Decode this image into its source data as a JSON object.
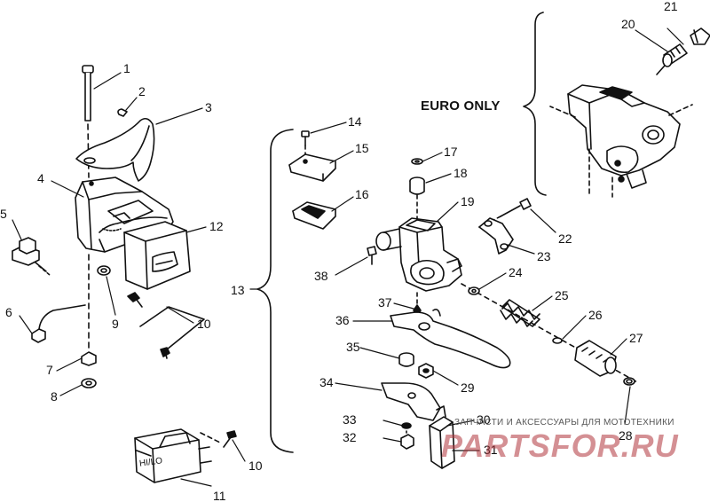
{
  "diagram": {
    "section_label": "EURO ONLY",
    "switch_face_text": "HI/LO",
    "callouts": [
      {
        "id": "c1",
        "text": "1"
      },
      {
        "id": "c2",
        "text": "2"
      },
      {
        "id": "c3",
        "text": "3"
      },
      {
        "id": "c4",
        "text": "4"
      },
      {
        "id": "c5",
        "text": "5"
      },
      {
        "id": "c6",
        "text": "6"
      },
      {
        "id": "c7",
        "text": "7"
      },
      {
        "id": "c8",
        "text": "8"
      },
      {
        "id": "c9",
        "text": "9"
      },
      {
        "id": "c10a",
        "text": "10"
      },
      {
        "id": "c10b",
        "text": "10"
      },
      {
        "id": "c11",
        "text": "11"
      },
      {
        "id": "c12",
        "text": "12"
      },
      {
        "id": "c13",
        "text": "13"
      },
      {
        "id": "c14",
        "text": "14"
      },
      {
        "id": "c15",
        "text": "15"
      },
      {
        "id": "c16",
        "text": "16"
      },
      {
        "id": "c17",
        "text": "17"
      },
      {
        "id": "c18",
        "text": "18"
      },
      {
        "id": "c19",
        "text": "19"
      },
      {
        "id": "c20",
        "text": "20"
      },
      {
        "id": "c21",
        "text": "21"
      },
      {
        "id": "c22",
        "text": "22"
      },
      {
        "id": "c23",
        "text": "23"
      },
      {
        "id": "c24",
        "text": "24"
      },
      {
        "id": "c25",
        "text": "25"
      },
      {
        "id": "c26",
        "text": "26"
      },
      {
        "id": "c27",
        "text": "27"
      },
      {
        "id": "c28",
        "text": "28"
      },
      {
        "id": "c29",
        "text": "29"
      },
      {
        "id": "c30",
        "text": "30"
      },
      {
        "id": "c31",
        "text": "31"
      },
      {
        "id": "c32",
        "text": "32"
      },
      {
        "id": "c33",
        "text": "33"
      },
      {
        "id": "c34",
        "text": "34"
      },
      {
        "id": "c35",
        "text": "35"
      },
      {
        "id": "c36",
        "text": "36"
      },
      {
        "id": "c37",
        "text": "37"
      },
      {
        "id": "c38",
        "text": "38"
      }
    ]
  },
  "watermark": {
    "caption": "ЗАПЧАСТИ И АКСЕССУАРЫ ДЛЯ МОТОТЕХНИКИ",
    "logo": "PARTSFOR.RU",
    "color": "#b1373d"
  },
  "colors": {
    "ink": "#111111",
    "paper": "#ffffff",
    "shade": "#555555"
  }
}
